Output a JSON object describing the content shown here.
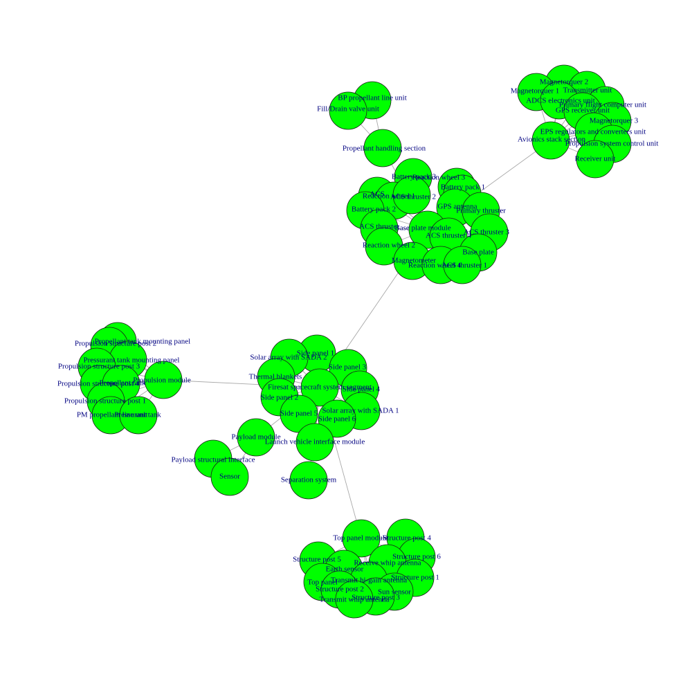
{
  "graph": {
    "colors": {
      "node_fill": "#00ff00",
      "node_stroke": "#1a1a1a",
      "edge": "#a8a8a8",
      "label": "#000080"
    },
    "nodes": [
      {
        "id": "bp_line",
        "label": "BP propellant line unit"
      },
      {
        "id": "fill_valve",
        "label": "Fill/Drain valve unit"
      },
      {
        "id": "prop_handling",
        "label": "Propellant handling section"
      },
      {
        "id": "battery3",
        "label": "Battery pack 3"
      },
      {
        "id": "rw3",
        "label": "Reaction wheel 3"
      },
      {
        "id": "battery1",
        "label": "Battery pack 1"
      },
      {
        "id": "acs_r",
        "label": "ACS"
      },
      {
        "id": "rw1",
        "label": "Reaction wheel 1"
      },
      {
        "id": "acs_thr2",
        "label": "ACS thruster 2"
      },
      {
        "id": "gps",
        "label": "GPS antenna"
      },
      {
        "id": "battery2",
        "label": "Battery pack 2"
      },
      {
        "id": "primary_thr",
        "label": "Primary thruster"
      },
      {
        "id": "acs_thr_a",
        "label": "ACS thruster"
      },
      {
        "id": "bpm",
        "label": "Base plate module"
      },
      {
        "id": "acs_thr4",
        "label": "ACS thruster 4"
      },
      {
        "id": "acs_thr3",
        "label": "ACS thruster 3"
      },
      {
        "id": "rw2",
        "label": "Reaction wheel 2"
      },
      {
        "id": "base_plate",
        "label": "Base plate"
      },
      {
        "id": "magnetometer",
        "label": "Magnetometer"
      },
      {
        "id": "rw4",
        "label": "Reaction wheel 4"
      },
      {
        "id": "acs_thr1",
        "label": "ACS thruster 1"
      },
      {
        "id": "mag2",
        "label": "Magnetorquer 2"
      },
      {
        "id": "mag1",
        "label": "Magnetorquer 1"
      },
      {
        "id": "tx_unit",
        "label": "Transmitter unit"
      },
      {
        "id": "adcs",
        "label": "ADCS electronics unit"
      },
      {
        "id": "pfc",
        "label": "Primary flight computer unit"
      },
      {
        "id": "gps_rx",
        "label": "GPS receiver unit"
      },
      {
        "id": "mag3",
        "label": "Magnetorquer 3"
      },
      {
        "id": "eps",
        "label": "EPS regulators and converters unit"
      },
      {
        "id": "avionics",
        "label": "Avionics stack section"
      },
      {
        "id": "prop_ctrl",
        "label": "Propulsion system control unit"
      },
      {
        "id": "rx_unit",
        "label": "Receiver unit"
      },
      {
        "id": "ptm_panel",
        "label": "Propellant tank mounting panel"
      },
      {
        "id": "pss2",
        "label": "Propulsion structure post 2"
      },
      {
        "id": "prtm_panel",
        "label": "Pressurant tank mounting panel"
      },
      {
        "id": "pss3",
        "label": "Propulsion structure post 3"
      },
      {
        "id": "pss4",
        "label": "Propulsion structure post 4"
      },
      {
        "id": "prop_tank",
        "label": "Propellant tank"
      },
      {
        "id": "prop_module",
        "label": "Propulsion module"
      },
      {
        "id": "pss1",
        "label": "Propulsion structure post 1"
      },
      {
        "id": "pm_line",
        "label": "PM propellant line unit"
      },
      {
        "id": "press_tank",
        "label": "Pressurant tank"
      },
      {
        "id": "side1",
        "label": "Side panel 1"
      },
      {
        "id": "sada2",
        "label": "Solar array with SADA 2"
      },
      {
        "id": "side3",
        "label": "Side panel 3"
      },
      {
        "id": "thermal",
        "label": "Thermal blankets"
      },
      {
        "id": "firesat",
        "label": "Firesat spacecraft system segment"
      },
      {
        "id": "side4",
        "label": "Side panel 4"
      },
      {
        "id": "side2",
        "label": "Side panel 2"
      },
      {
        "id": "sada1",
        "label": "Solar array with SADA 1"
      },
      {
        "id": "side5",
        "label": "Side panel 5"
      },
      {
        "id": "side6",
        "label": "Side panel 6"
      },
      {
        "id": "payload_module",
        "label": "Payload module"
      },
      {
        "id": "lvi",
        "label": "Launch vehicle interface module"
      },
      {
        "id": "payload_si",
        "label": "Payload structural interface"
      },
      {
        "id": "sensor",
        "label": "Sensor"
      },
      {
        "id": "separation",
        "label": "Separation system"
      },
      {
        "id": "top_module",
        "label": "Top panel module"
      },
      {
        "id": "sp4",
        "label": "Structure post 4"
      },
      {
        "id": "sp6",
        "label": "Structure post 6"
      },
      {
        "id": "sp5",
        "label": "Structure post 5"
      },
      {
        "id": "earth_sensor",
        "label": "Earth sensor"
      },
      {
        "id": "rx_whip",
        "label": "Receive whip antenna"
      },
      {
        "id": "tx_hga",
        "label": "Transmit hi-gain antenna"
      },
      {
        "id": "sp1",
        "label": "Structure post 1"
      },
      {
        "id": "top_panel",
        "label": "Top panel"
      },
      {
        "id": "sp2",
        "label": "Structure post 2"
      },
      {
        "id": "sun_sensor",
        "label": "Sun sensor"
      },
      {
        "id": "sp3",
        "label": "Structure post 3"
      },
      {
        "id": "tx_whip",
        "label": "Transmit whip antenna"
      }
    ],
    "edges": [
      [
        "bp_line",
        "prop_handling"
      ],
      [
        "fill_valve",
        "prop_handling"
      ],
      [
        "prop_handling",
        "bpm"
      ],
      [
        "battery3",
        "bpm"
      ],
      [
        "rw3",
        "bpm"
      ],
      [
        "battery1",
        "bpm"
      ],
      [
        "acs_r",
        "bpm"
      ],
      [
        "rw1",
        "bpm"
      ],
      [
        "acs_thr2",
        "bpm"
      ],
      [
        "gps",
        "bpm"
      ],
      [
        "battery2",
        "bpm"
      ],
      [
        "primary_thr",
        "bpm"
      ],
      [
        "acs_thr_a",
        "bpm"
      ],
      [
        "acs_thr4",
        "bpm"
      ],
      [
        "acs_thr3",
        "bpm"
      ],
      [
        "rw2",
        "bpm"
      ],
      [
        "base_plate",
        "bpm"
      ],
      [
        "magnetometer",
        "bpm"
      ],
      [
        "rw4",
        "bpm"
      ],
      [
        "acs_thr1",
        "bpm"
      ],
      [
        "bpm",
        "avionics"
      ],
      [
        "mag2",
        "avionics"
      ],
      [
        "mag1",
        "avionics"
      ],
      [
        "tx_unit",
        "avionics"
      ],
      [
        "adcs",
        "avionics"
      ],
      [
        "pfc",
        "avionics"
      ],
      [
        "gps_rx",
        "avionics"
      ],
      [
        "mag3",
        "avionics"
      ],
      [
        "eps",
        "avionics"
      ],
      [
        "prop_ctrl",
        "avionics"
      ],
      [
        "rx_unit",
        "avionics"
      ],
      [
        "firesat",
        "bpm"
      ],
      [
        "ptm_panel",
        "prop_module"
      ],
      [
        "pss2",
        "prop_module"
      ],
      [
        "prtm_panel",
        "prop_module"
      ],
      [
        "pss3",
        "prop_module"
      ],
      [
        "pss4",
        "prop_module"
      ],
      [
        "prop_tank",
        "prop_module"
      ],
      [
        "pss1",
        "prop_module"
      ],
      [
        "pm_line",
        "prop_module"
      ],
      [
        "press_tank",
        "prop_module"
      ],
      [
        "prop_module",
        "firesat"
      ],
      [
        "side1",
        "firesat"
      ],
      [
        "sada2",
        "firesat"
      ],
      [
        "side3",
        "firesat"
      ],
      [
        "thermal",
        "firesat"
      ],
      [
        "side4",
        "firesat"
      ],
      [
        "side2",
        "firesat"
      ],
      [
        "sada1",
        "firesat"
      ],
      [
        "side5",
        "firesat"
      ],
      [
        "side6",
        "firesat"
      ],
      [
        "payload_module",
        "firesat"
      ],
      [
        "lvi",
        "firesat"
      ],
      [
        "separation",
        "firesat"
      ],
      [
        "payload_si",
        "payload_module"
      ],
      [
        "sensor",
        "payload_module"
      ],
      [
        "firesat",
        "top_module"
      ],
      [
        "sp4",
        "top_module"
      ],
      [
        "sp6",
        "top_module"
      ],
      [
        "sp5",
        "top_module"
      ],
      [
        "earth_sensor",
        "top_module"
      ],
      [
        "rx_whip",
        "top_module"
      ],
      [
        "tx_hga",
        "top_module"
      ],
      [
        "sp1",
        "top_module"
      ],
      [
        "top_panel",
        "top_module"
      ],
      [
        "sp2",
        "top_module"
      ],
      [
        "sun_sensor",
        "top_module"
      ],
      [
        "sp3",
        "top_module"
      ],
      [
        "tx_whip",
        "top_module"
      ]
    ]
  }
}
